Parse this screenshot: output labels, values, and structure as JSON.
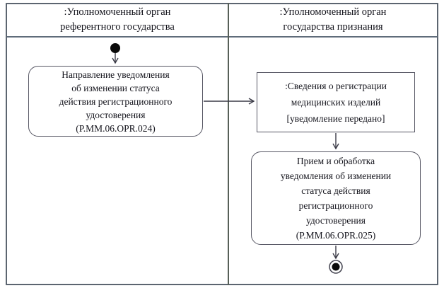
{
  "diagram": {
    "type": "uml-activity-swimlane",
    "lanes": [
      {
        "title": ":Уполномоченный орган\nреферентного государства"
      },
      {
        "title": ":Уполномоченный орган\nгосударства признания"
      }
    ],
    "nodes": {
      "initial": "initial-node",
      "action_024": "Направление уведомления\nоб изменении статуса\nдействия регистрационного\nудостоверения\n(P.MM.06.OPR.024)",
      "object_state": ":Сведения о регистрации\nмедицинских изделий\n[уведомление передано]",
      "action_025": "Прием и обработка\nуведомления об изменении\nстатуса действия\nрегистрационного\nудостоверения\n(P.MM.06.OPR.025)",
      "final": "activity-final-node"
    },
    "colors": {
      "border": "#5c6570",
      "box_border": "#565663",
      "arrow": "#3a3a46",
      "text": "#14141c",
      "background": "#ffffff"
    }
  }
}
